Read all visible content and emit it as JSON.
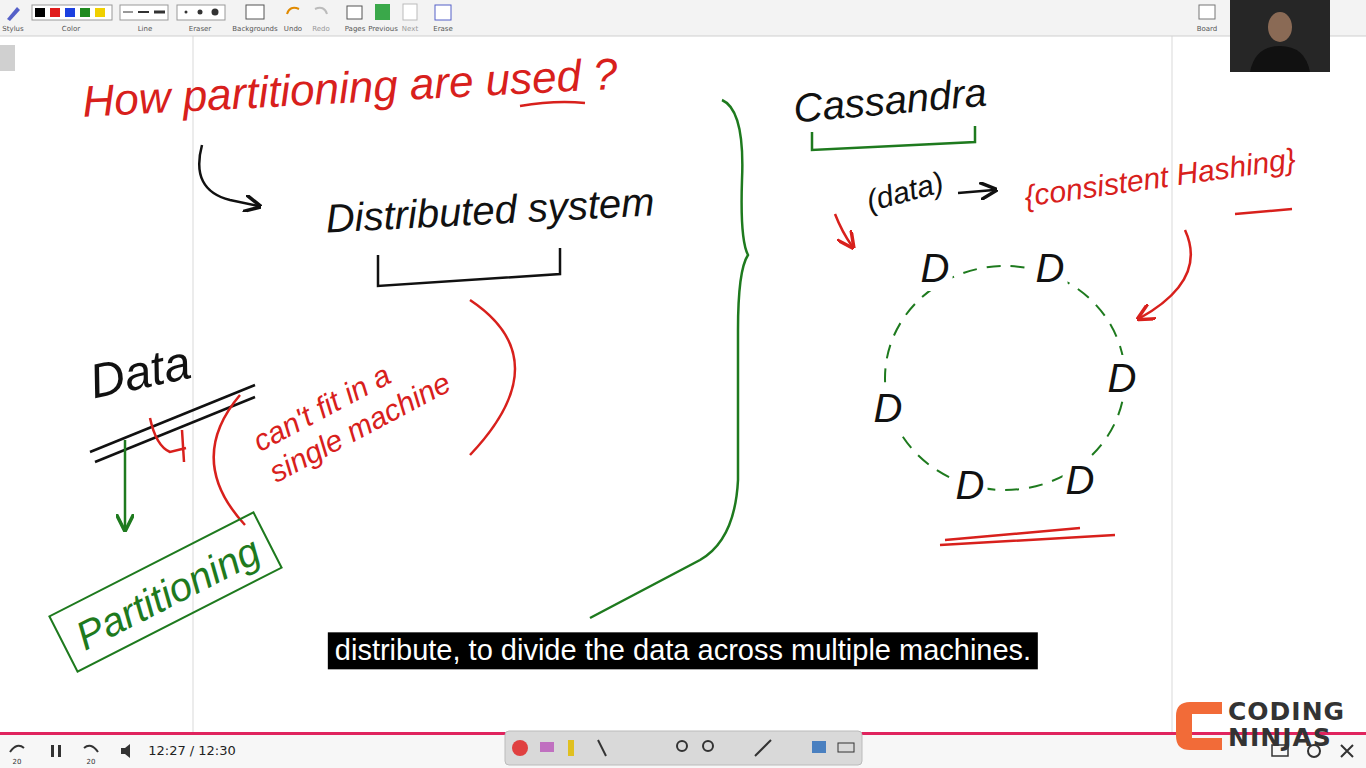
{
  "diagram": {
    "title": "How partitioning are used ?",
    "caption": "distribute, to divide the data across multiple machines.",
    "nodes": [
      {
        "text": [
          "Partitioning"
        ]
      }
    ],
    "labels": [
      "Distributed system",
      "Data",
      "can't fit in a single machine",
      "Cassandra",
      "(data)",
      "{consistent Hashing}",
      "D",
      "D",
      "D",
      "D",
      "D",
      "D",
      "Stylus",
      "Color",
      "Line",
      "Eraser",
      "Backgrounds",
      "Undo",
      "Redo",
      "Pages",
      "Previous",
      "Next",
      "Erase",
      "Board",
      "20",
      "20",
      "12:27 / 12:30",
      "CODING NINJAS"
    ]
  }
}
